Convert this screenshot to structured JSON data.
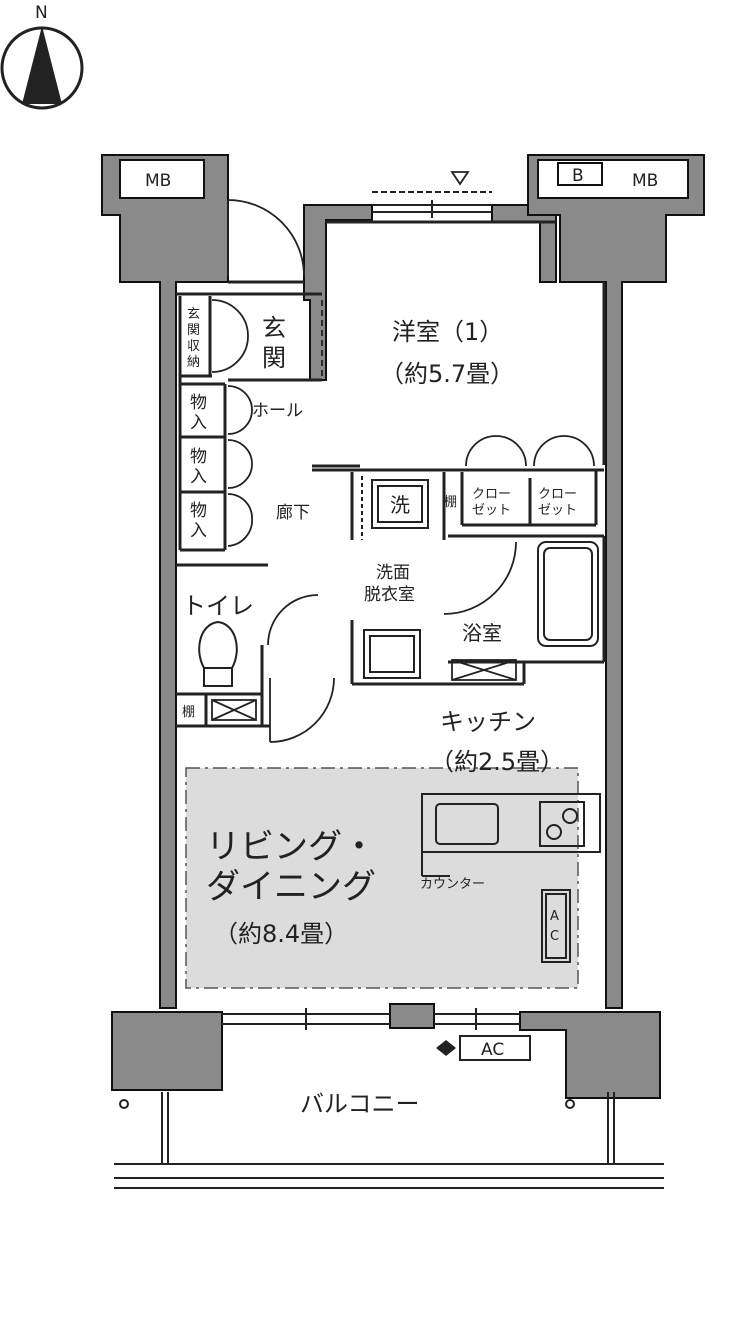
{
  "compass": {
    "north_label": "N"
  },
  "labels": {
    "mb_left": "MB",
    "mb_right": "MB",
    "b_box": "B",
    "genkan": [
      "玄",
      "関"
    ],
    "genkan_storage": [
      "玄",
      "関",
      "収",
      "納"
    ],
    "storage_1": [
      "物",
      "入"
    ],
    "storage_2": [
      "物",
      "入"
    ],
    "storage_3": [
      "物",
      "入"
    ],
    "hall": "ホール",
    "corridor": "廊下",
    "western_room": {
      "name": "洋室（1）",
      "size": "（約5.7畳）"
    },
    "closet_1": [
      "クロー",
      "ゼット"
    ],
    "closet_2": [
      "クロー",
      "ゼット"
    ],
    "washer": "洗",
    "shelf_wash": "棚",
    "washroom": [
      "洗面",
      "脱衣室"
    ],
    "bathroom": "浴室",
    "toilet": "トイレ",
    "shelf_toilet": "棚",
    "kitchen": {
      "name": "キッチン",
      "size": "（約2.5畳）"
    },
    "living": {
      "line1": "リビング・",
      "line2": "ダイニング",
      "size": "（約8.4畳）"
    },
    "counter": "カウンター",
    "ac_unit": [
      "A",
      "C"
    ],
    "ac_outdoor": "AC",
    "balcony": "バルコニー"
  },
  "colors": {
    "wall": "#8a8a8a",
    "wall_stroke": "#111111",
    "ldk_floor": "#dcdcdc",
    "line": "#222222"
  }
}
